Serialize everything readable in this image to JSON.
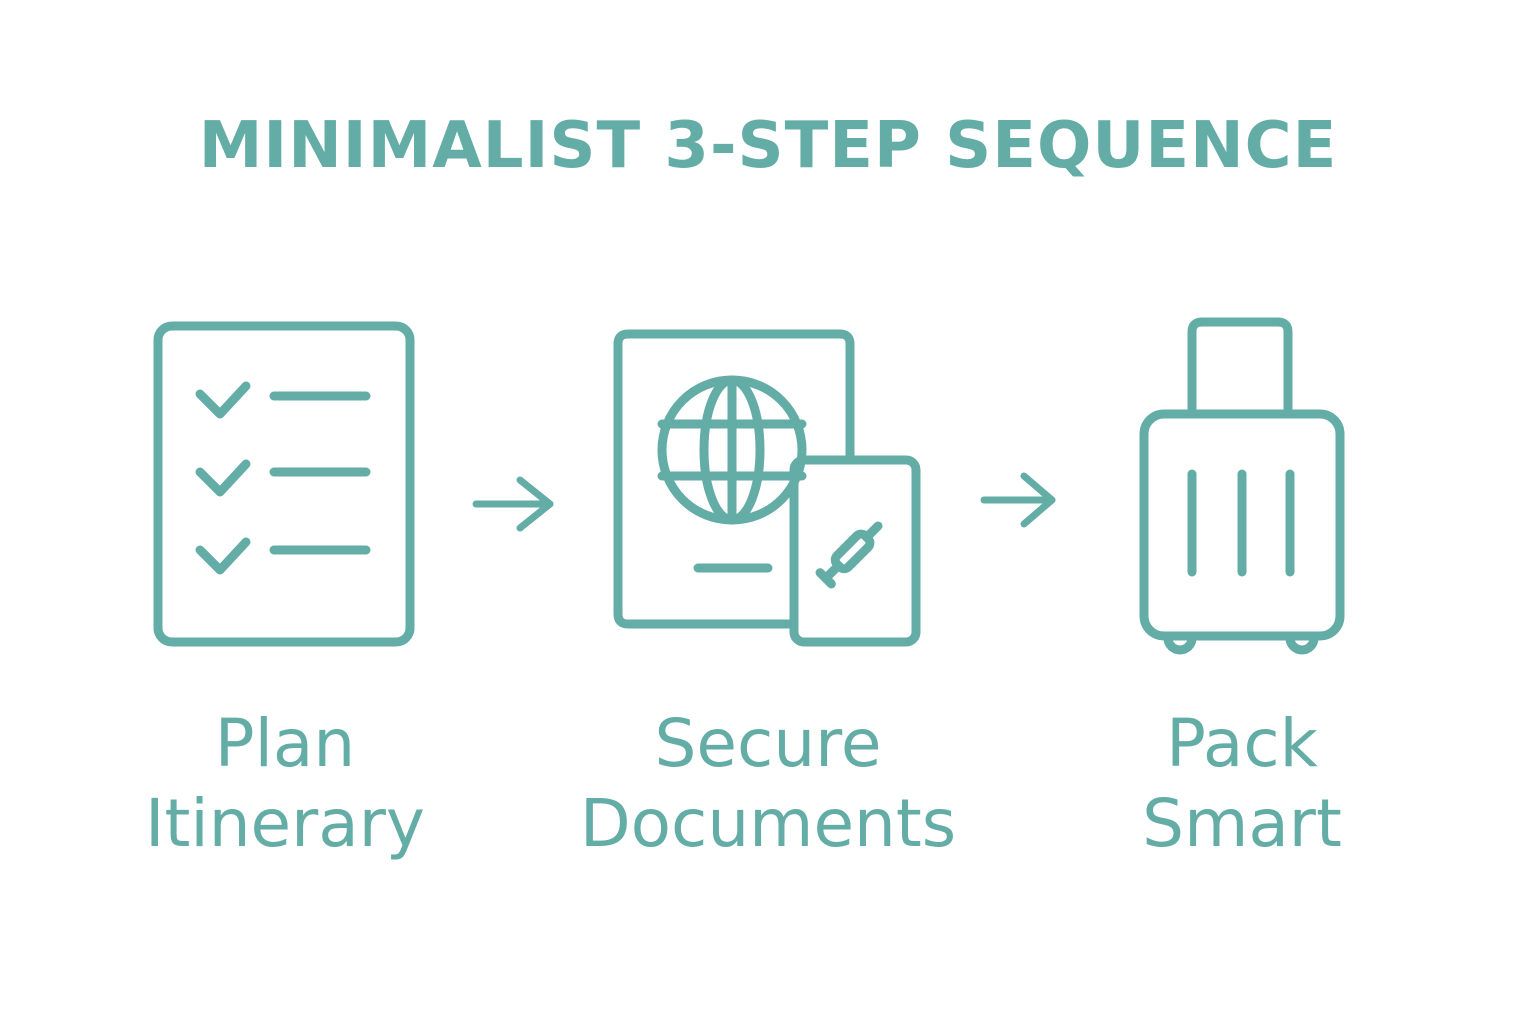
{
  "title": "MINIMALIST 3-STEP SEQUENCE",
  "accent_color": "#63ada6",
  "steps": [
    {
      "icon": "checklist-icon",
      "line1": "Plan",
      "line2": "Itinerary"
    },
    {
      "icon": "passport-vaccine-card-icon",
      "line1": "Secure",
      "line2": "Documents"
    },
    {
      "icon": "suitcase-icon",
      "line1": "Pack",
      "line2": "Smart"
    }
  ],
  "connector_icon": "right-arrow-icon"
}
